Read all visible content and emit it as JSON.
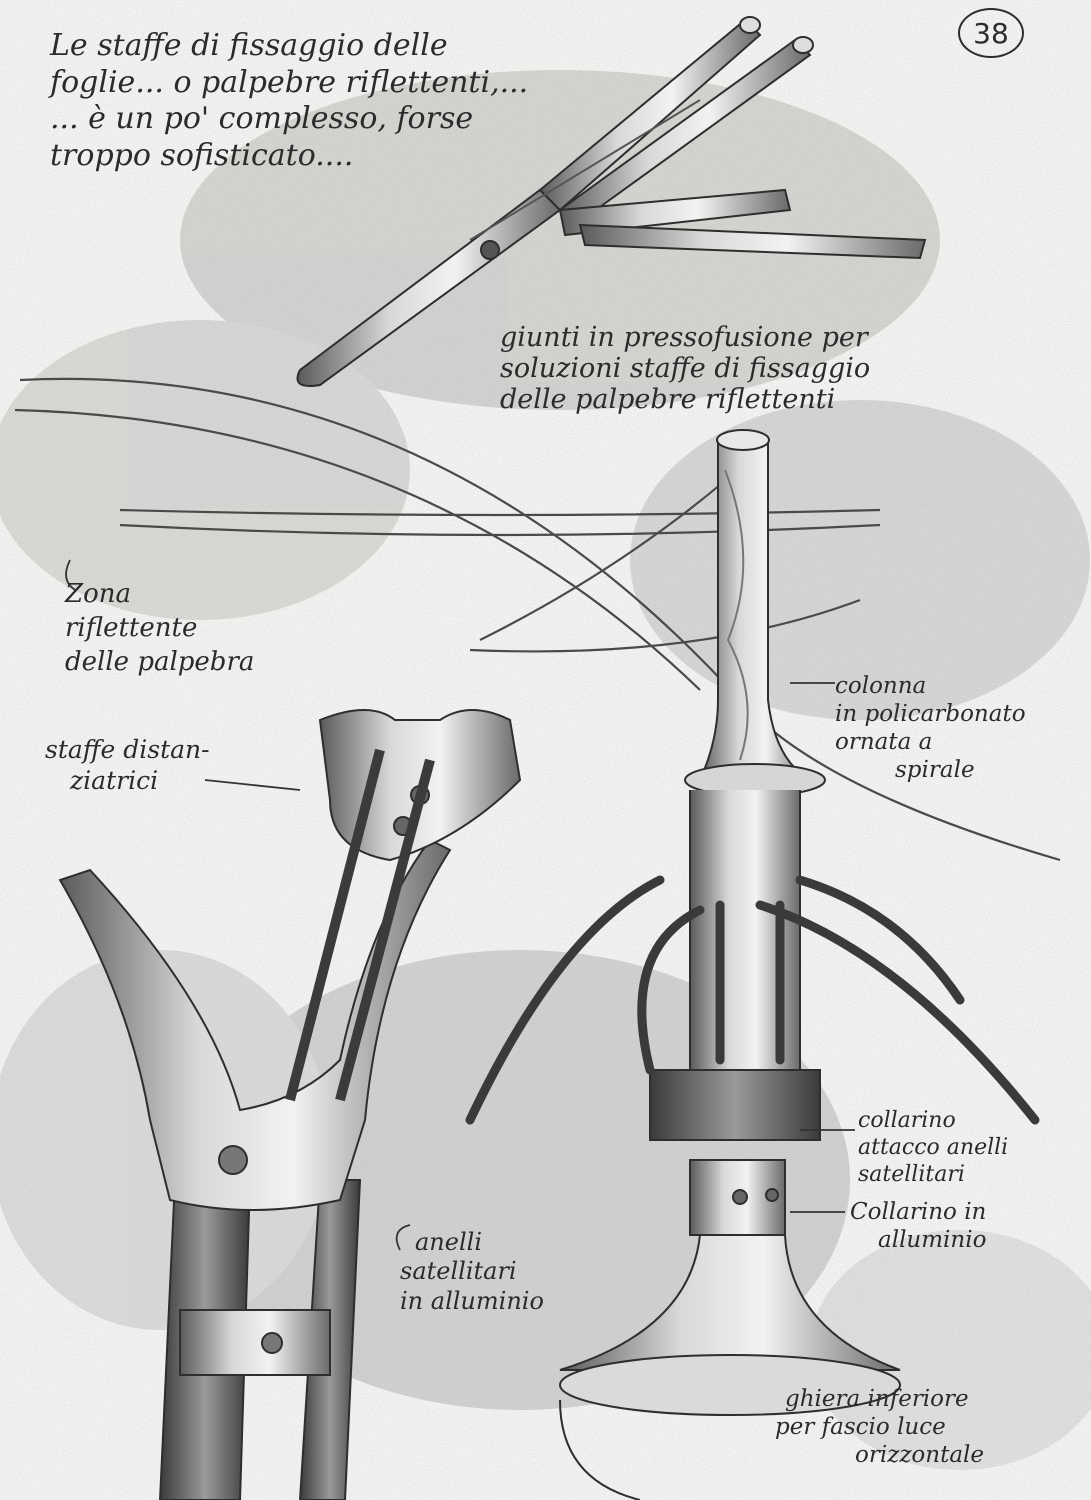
{
  "page_number": "38",
  "notes": {
    "intro": [
      "Le staffe di fissaggio delle",
      "foglie... o palpebre riflettenti,...",
      "... è un po' complesso, forse",
      "troppo sofisticato...."
    ],
    "joints": [
      "giunti in pressofusione per",
      "soluzioni staffe di fissaggio",
      "delle palpebre riflettenti"
    ],
    "zone": [
      "Zona",
      "riflettente",
      "delle palpebra"
    ],
    "brackets": [
      "staffe distan-",
      "ziatrici"
    ],
    "column": [
      "colonna",
      "in policarbonato",
      "ornata a",
      "spirale"
    ],
    "collar_ring": [
      "collarino",
      "attacco anelli",
      "satellitari"
    ],
    "collar_alu": [
      "Collarino in",
      "alluminio"
    ],
    "rings": [
      "anelli",
      "satellitari",
      "in alluminio"
    ],
    "cap": [
      "ghiera inferiore",
      "per fascio luce",
      "orizzontale"
    ]
  },
  "colors": {
    "paper": "#f5f5f3",
    "graphite": "#2b2b2b",
    "shading": "#8a8a8a"
  }
}
